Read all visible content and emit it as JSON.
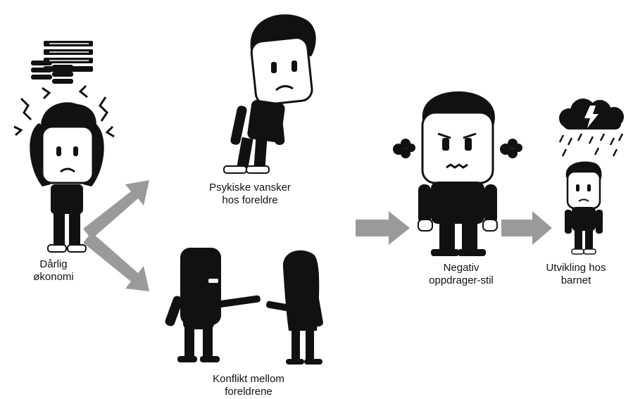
{
  "nodes": {
    "economy": {
      "line1": "Dårlig",
      "line2": "økonomi"
    },
    "psych": {
      "line1": "Psykiske vansker",
      "line2": "hos foreldre"
    },
    "conflict": {
      "line1": "Konflikt mellom",
      "line2": "foreldrene"
    },
    "negative": {
      "line1": "Negativ",
      "line2": "oppdrager-stil"
    },
    "child": {
      "line1": "Utvikling hos",
      "line2": "barnet"
    }
  },
  "colors": {
    "arrow": "#9a9a9a",
    "figure": "#111111",
    "skin": "#ffffff"
  },
  "icons": [
    "money-stack-icon",
    "stress-lines-icon",
    "anger-puff-icon",
    "storm-cloud-icon",
    "lightning-icon",
    "rain-icon"
  ]
}
